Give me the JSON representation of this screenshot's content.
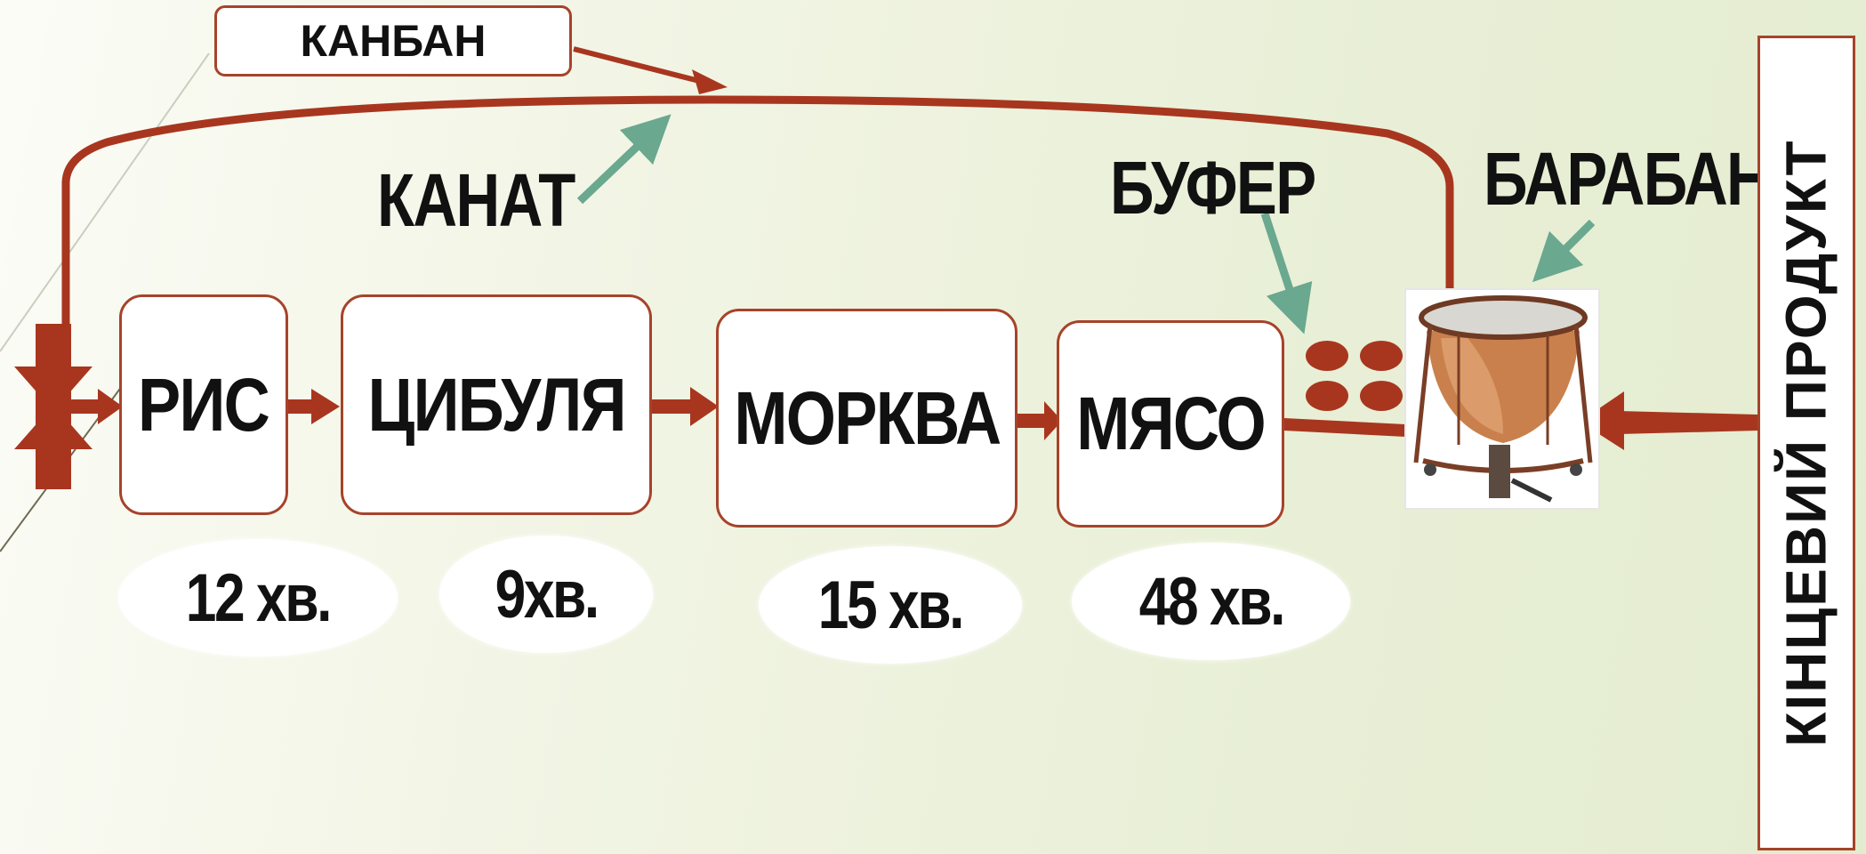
{
  "kanban_label": "КАНБАН",
  "rope_label": "КАНАТ",
  "buffer_label": "БУФЕР",
  "drum_label": "БАРАБАН",
  "final_product_label": "КІНЦЕВИЙ ПРОДУКТ",
  "steps": [
    {
      "name": "РИС",
      "time": "12 хв."
    },
    {
      "name": "ЦИБУЛЯ",
      "time": "9хв."
    },
    {
      "name": "МОРКВА",
      "time": "15 хв."
    },
    {
      "name": "МЯСО",
      "time": "48 хв."
    }
  ],
  "colors": {
    "flow_arrow": "#a8361f",
    "pointer_arrow": "#6aa88f",
    "box_border": "#a6432a",
    "buffer_dot": "#a8361f"
  },
  "icons": {
    "drum": "kettle-drum-icon",
    "gate": "valve-icon"
  }
}
